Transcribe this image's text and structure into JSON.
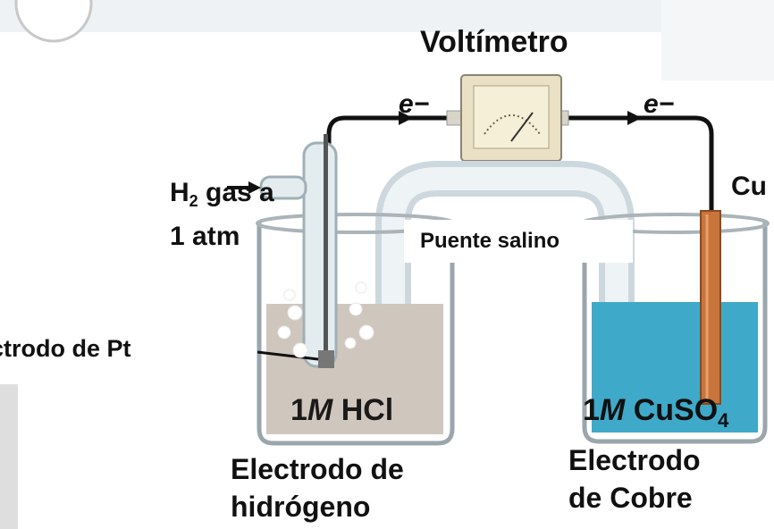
{
  "labels": {
    "voltmeter": "Voltímetro",
    "electron_left": "e−",
    "electron_right": "e−",
    "h2_main": "H",
    "h2_sub": "2",
    "h2_rest": " gas a",
    "h2_line2": "1 atm",
    "cu": "Cu",
    "salt_bridge": "Puente salino",
    "pt_electrode": "ectrodo de Pt",
    "hcl_number": "1",
    "hcl_m": "M",
    "hcl_formula": " HCl",
    "cuso4_number": "1",
    "cuso4_m": "M",
    "cuso4_formula": " CuSO",
    "cuso4_sub": "4",
    "hydrogen_electrode_line1": "Electrodo de",
    "hydrogen_electrode_line2": "hidrógeno",
    "copper_electrode_line1": "Electrodo",
    "copper_electrode_line2": "de Cobre"
  },
  "colors": {
    "solution_left": "#cfc6bd",
    "solution_right": "#3fa9c9",
    "copper": "#c9743a",
    "glass": "#e8eef1",
    "wire": "#111111"
  }
}
